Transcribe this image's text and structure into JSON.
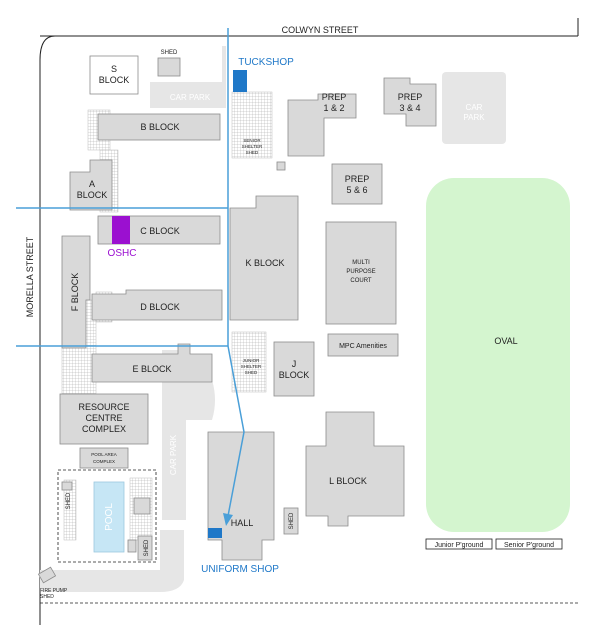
{
  "streets": {
    "north": "COLWYN STREET",
    "west": "MORELLA STREET"
  },
  "buildings": {
    "s_block": [
      "S",
      "BLOCK"
    ],
    "shed_top": "SHED",
    "car_park_top": "CAR PARK",
    "b_block": "B BLOCK",
    "a_block": [
      "A",
      "BLOCK"
    ],
    "c_block": "C BLOCK",
    "f_block": "F BLOCK",
    "d_block": "D BLOCK",
    "e_block": "E BLOCK",
    "resource_centre": [
      "RESOURCE",
      "CENTRE",
      "COMPLEX"
    ],
    "pool_area_complex": [
      "POOL AREA",
      "COMPLEX"
    ],
    "pool": "POOL",
    "shed_pool_left": "SHED",
    "shed_pool_right": "SHED",
    "fire_pump_shed": [
      "FIRE PUMP",
      "SHED"
    ],
    "car_park_mid": "CAR PARK",
    "senior_shelter_shed": [
      "SENIOR",
      "SHELTER",
      "SHED"
    ],
    "prep_1_2": [
      "PREP",
      "1 & 2"
    ],
    "prep_3_4": [
      "PREP",
      "3 & 4"
    ],
    "car_park_right": [
      "CAR",
      "PARK"
    ],
    "prep_5_6": [
      "PREP",
      "5 & 6"
    ],
    "k_block": "K BLOCK",
    "multi_purpose_court": [
      "MULTI",
      "PURPOSE",
      "COURT"
    ],
    "mpc_amenities": "MPC Amenities",
    "junior_shelter_shed": [
      "JUNIOR",
      "SHELTER",
      "SHED"
    ],
    "j_block": [
      "J",
      "BLOCK"
    ],
    "hall": "HALL",
    "shed_hall": "SHED",
    "l_block": "L BLOCK",
    "oval": "OVAL",
    "junior_pground": "Junior P'ground",
    "senior_pground": "Senior P'ground"
  },
  "highlights": {
    "tuckshop": "TUCKSHOP",
    "oshc": "OSHC",
    "uniform_shop": "UNIFORM SHOP"
  },
  "colors": {
    "highlight_blue": "#1f78c8",
    "highlight_purple": "#9b10d0",
    "route_blue": "#4a9fd8",
    "oval_green": "#d4f5cf",
    "building_grey": "#d9d9d9"
  }
}
